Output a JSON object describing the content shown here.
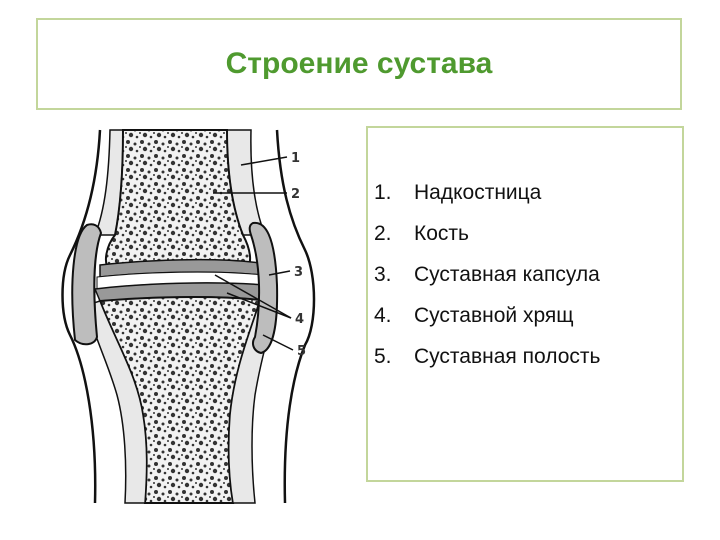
{
  "title": "Строение сустава",
  "legend": {
    "items": [
      {
        "number": "1.",
        "label": "Надкостница"
      },
      {
        "number": "2.",
        "label": "Кость"
      },
      {
        "number": "3.",
        "label": "Суставная капсула"
      },
      {
        "number": "4.",
        "label": "Суставной хрящ"
      },
      {
        "number": "5.",
        "label": "Суставная полость"
      }
    ]
  },
  "diagram": {
    "callouts": [
      "1",
      "2",
      "3",
      "4",
      "5"
    ]
  },
  "colors": {
    "title": "#4f9a2f",
    "border": "#c3d69b",
    "bone_fill": "#cccccc",
    "capsule_fill": "#bdbdbd"
  }
}
